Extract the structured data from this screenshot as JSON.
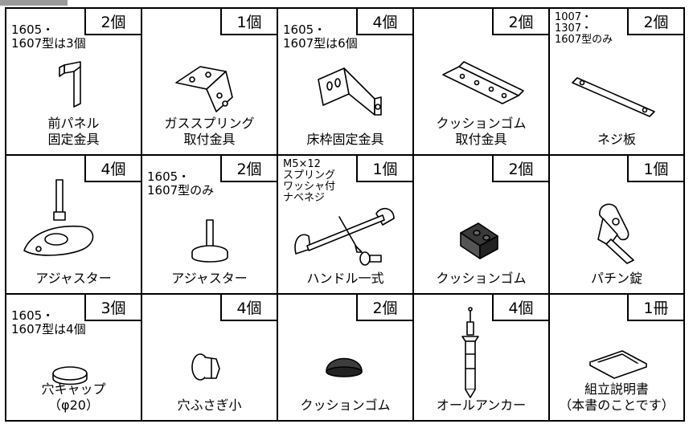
{
  "items": [
    {
      "qty": "2個",
      "note": "1605・\n1607型は3個",
      "name": "前パネル\n固定金具",
      "icon": "panel-bracket-icon"
    },
    {
      "qty": "1個",
      "note": "",
      "name": "ガススプリング\n取付金具",
      "icon": "gas-spring-bracket-icon"
    },
    {
      "qty": "4個",
      "note": "1605・\n1607型は6個",
      "name": "床枠固定金具",
      "icon": "floor-frame-bracket-icon"
    },
    {
      "qty": "2個",
      "note": "",
      "name": "クッションゴム\n取付金具",
      "icon": "cushion-rubber-bracket-icon"
    },
    {
      "qty": "2個",
      "note": "1007・\n1307・\n1607型のみ",
      "name": "ネジ板",
      "icon": "screw-plate-icon"
    },
    {
      "qty": "4個",
      "note": "",
      "name": "アジャスター",
      "icon": "adjuster-large-icon"
    },
    {
      "qty": "2個",
      "note": "1605・\n1607型のみ",
      "name": "アジャスター",
      "icon": "adjuster-small-icon"
    },
    {
      "qty": "1個",
      "note": "M5×12\nスプリング\nワッシャ付\nナベネジ",
      "name": "ハンドル一式",
      "icon": "handle-set-icon"
    },
    {
      "qty": "2個",
      "note": "",
      "name": "クッションゴム",
      "icon": "cushion-rubber-block-icon"
    },
    {
      "qty": "1個",
      "note": "",
      "name": "パチン錠",
      "icon": "latch-icon"
    },
    {
      "qty": "3個",
      "note": "1605・\n1607型は4個",
      "name": "穴キャップ\n（φ20）",
      "icon": "hole-cap-icon"
    },
    {
      "qty": "4個",
      "note": "",
      "name": "穴ふさぎ小",
      "icon": "hole-plug-small-icon"
    },
    {
      "qty": "2個",
      "note": "",
      "name": "クッションゴム",
      "icon": "cushion-rubber-dome-icon"
    },
    {
      "qty": "4個",
      "note": "",
      "name": "オールアンカー",
      "icon": "all-anchor-icon"
    },
    {
      "qty": "1冊",
      "note": "",
      "name": "組立説明書\n（本書のことです）",
      "icon": "manual-icon"
    }
  ]
}
